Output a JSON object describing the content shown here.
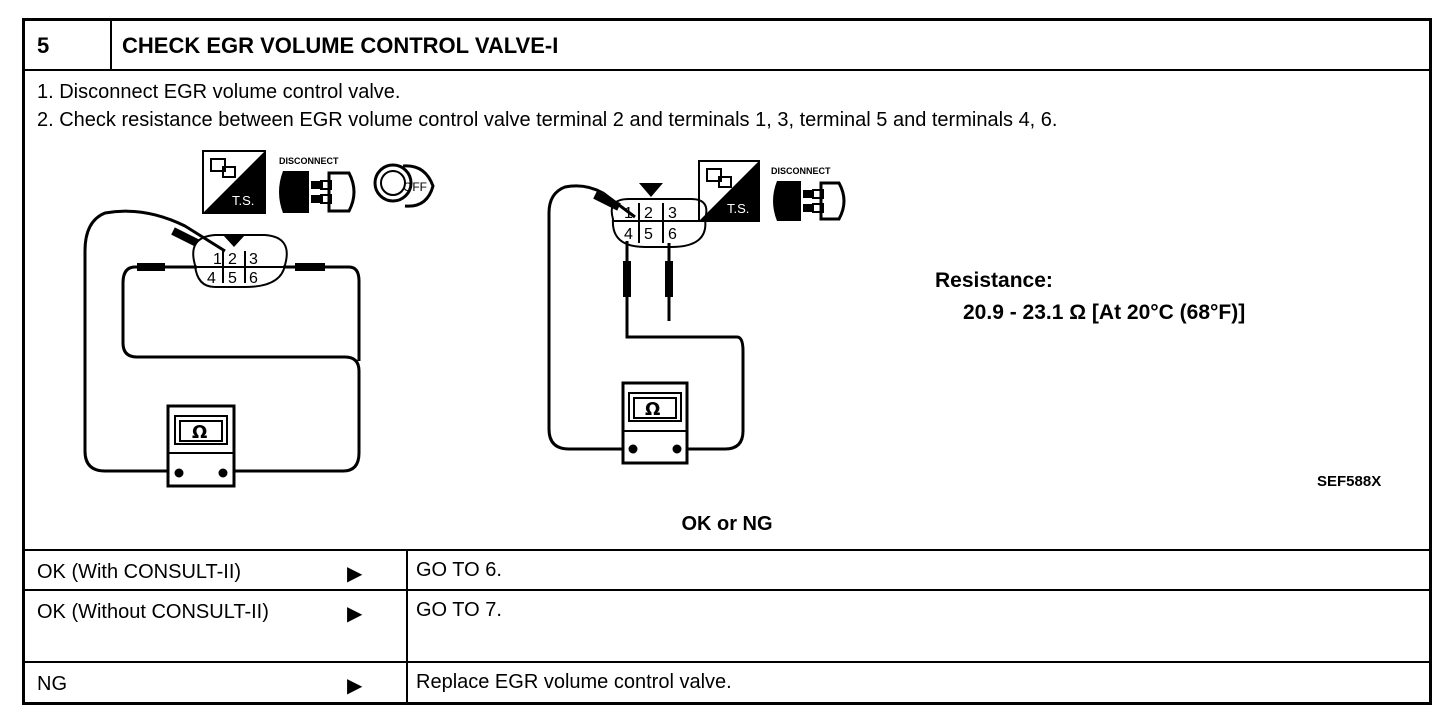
{
  "step": {
    "number": "5",
    "title": "CHECK EGR VOLUME CONTROL VALVE-I"
  },
  "instructions": [
    "1.  Disconnect EGR volume control valve.",
    "2.  Check resistance between EGR volume control valve terminal 2 and terminals 1, 3, terminal 5 and terminals 4, 6."
  ],
  "figure": {
    "icon_labels": {
      "ts": "T.S.",
      "disconnect": "DISCONNECT",
      "off": "OFF",
      "ohm": "Ω"
    },
    "terminals_top": [
      "1",
      "2",
      "3"
    ],
    "terminals_bottom": [
      "4",
      "5",
      "6"
    ],
    "resistance_label": "Resistance:",
    "resistance_value": "20.9 - 23.1 Ω [At 20°C (68°F)]",
    "figure_code": "SEF588X"
  },
  "result_prompt": "OK or NG",
  "results": [
    {
      "condition": "OK (With CONSULT-II)",
      "arrow": "▶",
      "action": "GO TO 6."
    },
    {
      "condition": "OK (Without CONSULT-II)",
      "arrow": "▶",
      "action": "GO TO 7."
    },
    {
      "condition": "NG",
      "arrow": "▶",
      "action": "Replace EGR volume control valve."
    }
  ],
  "colors": {
    "ink": "#000000",
    "paper": "#ffffff"
  }
}
